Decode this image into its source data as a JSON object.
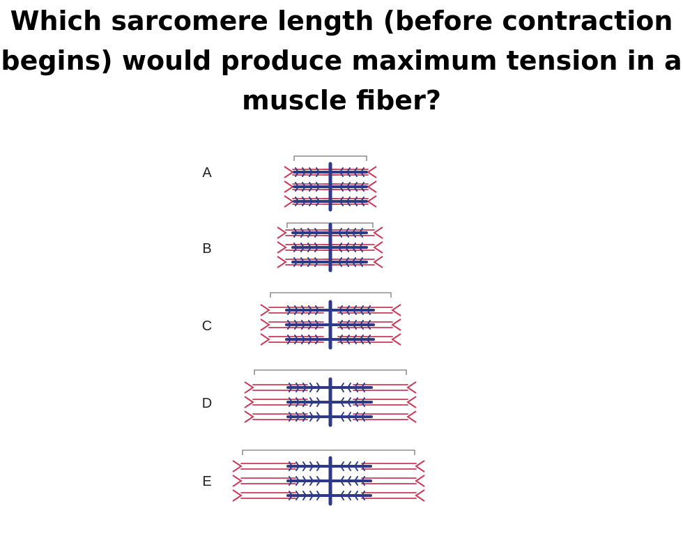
{
  "question": "Which sarcomere length (before contraction begins) would produce maximum tension in a muscle fiber?",
  "options": [
    {
      "label": "A"
    },
    {
      "label": "B"
    },
    {
      "label": "C"
    },
    {
      "label": "D"
    },
    {
      "label": "E"
    }
  ],
  "colors": {
    "thick_filament": "#2e3a87",
    "thin_filament": "#c83a58",
    "length_bracket": "#777777"
  }
}
